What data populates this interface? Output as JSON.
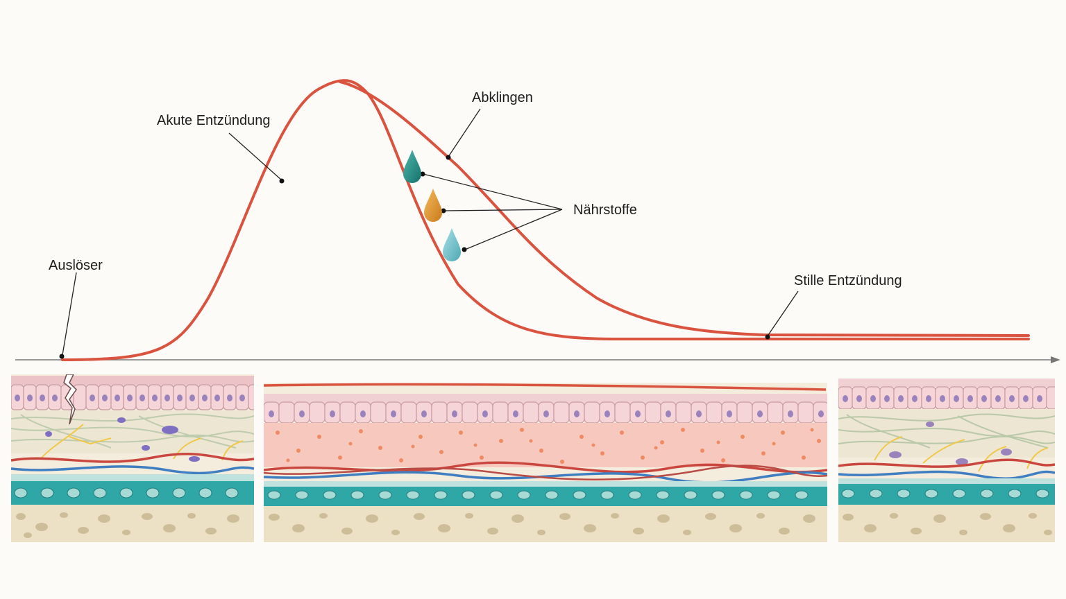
{
  "labels": {
    "trigger": "Auslöser",
    "acute": "Akute Entzündung",
    "resolution": "Abklingen",
    "nutrients": "Nährstoffe",
    "silent": "Stille Entzündung"
  },
  "colors": {
    "background": "#fcfbf8",
    "curve": "#d9533f",
    "axis": "#777777",
    "leader": "#222222",
    "drop_teal": "#1f8f86",
    "drop_orange": "#e0952f",
    "drop_lightblue": "#6cc2cc",
    "epidermis": "#f2cfd3",
    "nucleus": "#9a83bd",
    "dermis": "#efe9d6",
    "fiber": "#b9c9a8",
    "nerve": "#f0c94a",
    "artery": "#c9473e",
    "vein": "#3f7fc1",
    "muscle": "#2fa7a6",
    "bone": "#ece1c4",
    "inflamed_tissue": "#f7c8bd",
    "inflammation_dot": "#f08a63"
  },
  "icons": [
    "droplet-icon",
    "tissue-crack-icon"
  ]
}
